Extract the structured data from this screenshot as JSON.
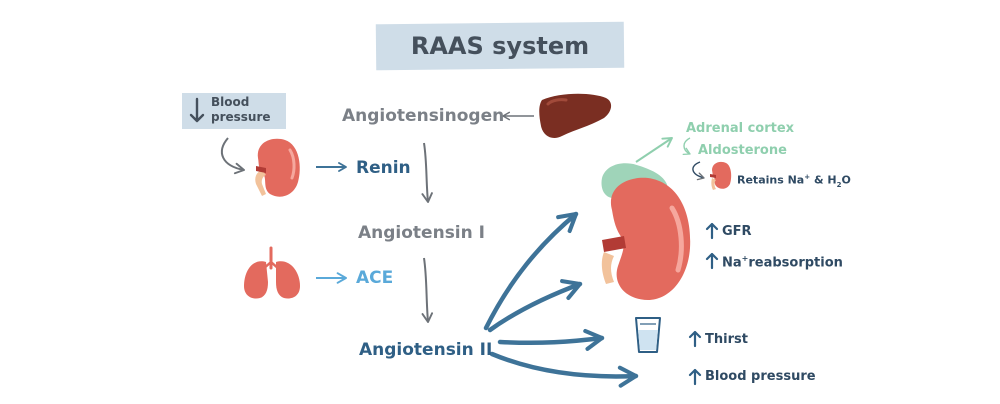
{
  "title": "RAAS system",
  "blood_pressure_box": {
    "line1": "Blood",
    "line2": "pressure"
  },
  "cascade": {
    "angiotensinogen": "Angiotensinogen",
    "renin": "Renin",
    "angiotensin_i": "Angiotensin I",
    "ace": "ACE",
    "angiotensin_ii": "Angiotensin II"
  },
  "adrenal": {
    "adrenal_cortex": "Adrenal cortex",
    "aldosterone": "Aldosterone",
    "retains": "Retains Na",
    "retains_sup": "+",
    "retains_mid": " & H",
    "retains_sub": "2",
    "retains_end": "O"
  },
  "kidney_effects": {
    "gfr": "GFR",
    "na": "Na",
    "na_sup": "+",
    "na_rest": "reabsorption"
  },
  "effects": {
    "thirst": "Thirst",
    "blood_pressure": "Blood pressure"
  },
  "colors": {
    "title_bg": "#cfdde8",
    "arrow_dark": "#3e7398",
    "arrow_grey": "#6d7278",
    "kidney": "#e36a5e",
    "adrenal": "#9fd4b9",
    "liver": "#7a2e22"
  },
  "icons": [
    "down-arrow-icon",
    "kidney-icon",
    "liver-icon",
    "lungs-icon",
    "glass-of-water-icon",
    "up-arrow-icon"
  ]
}
